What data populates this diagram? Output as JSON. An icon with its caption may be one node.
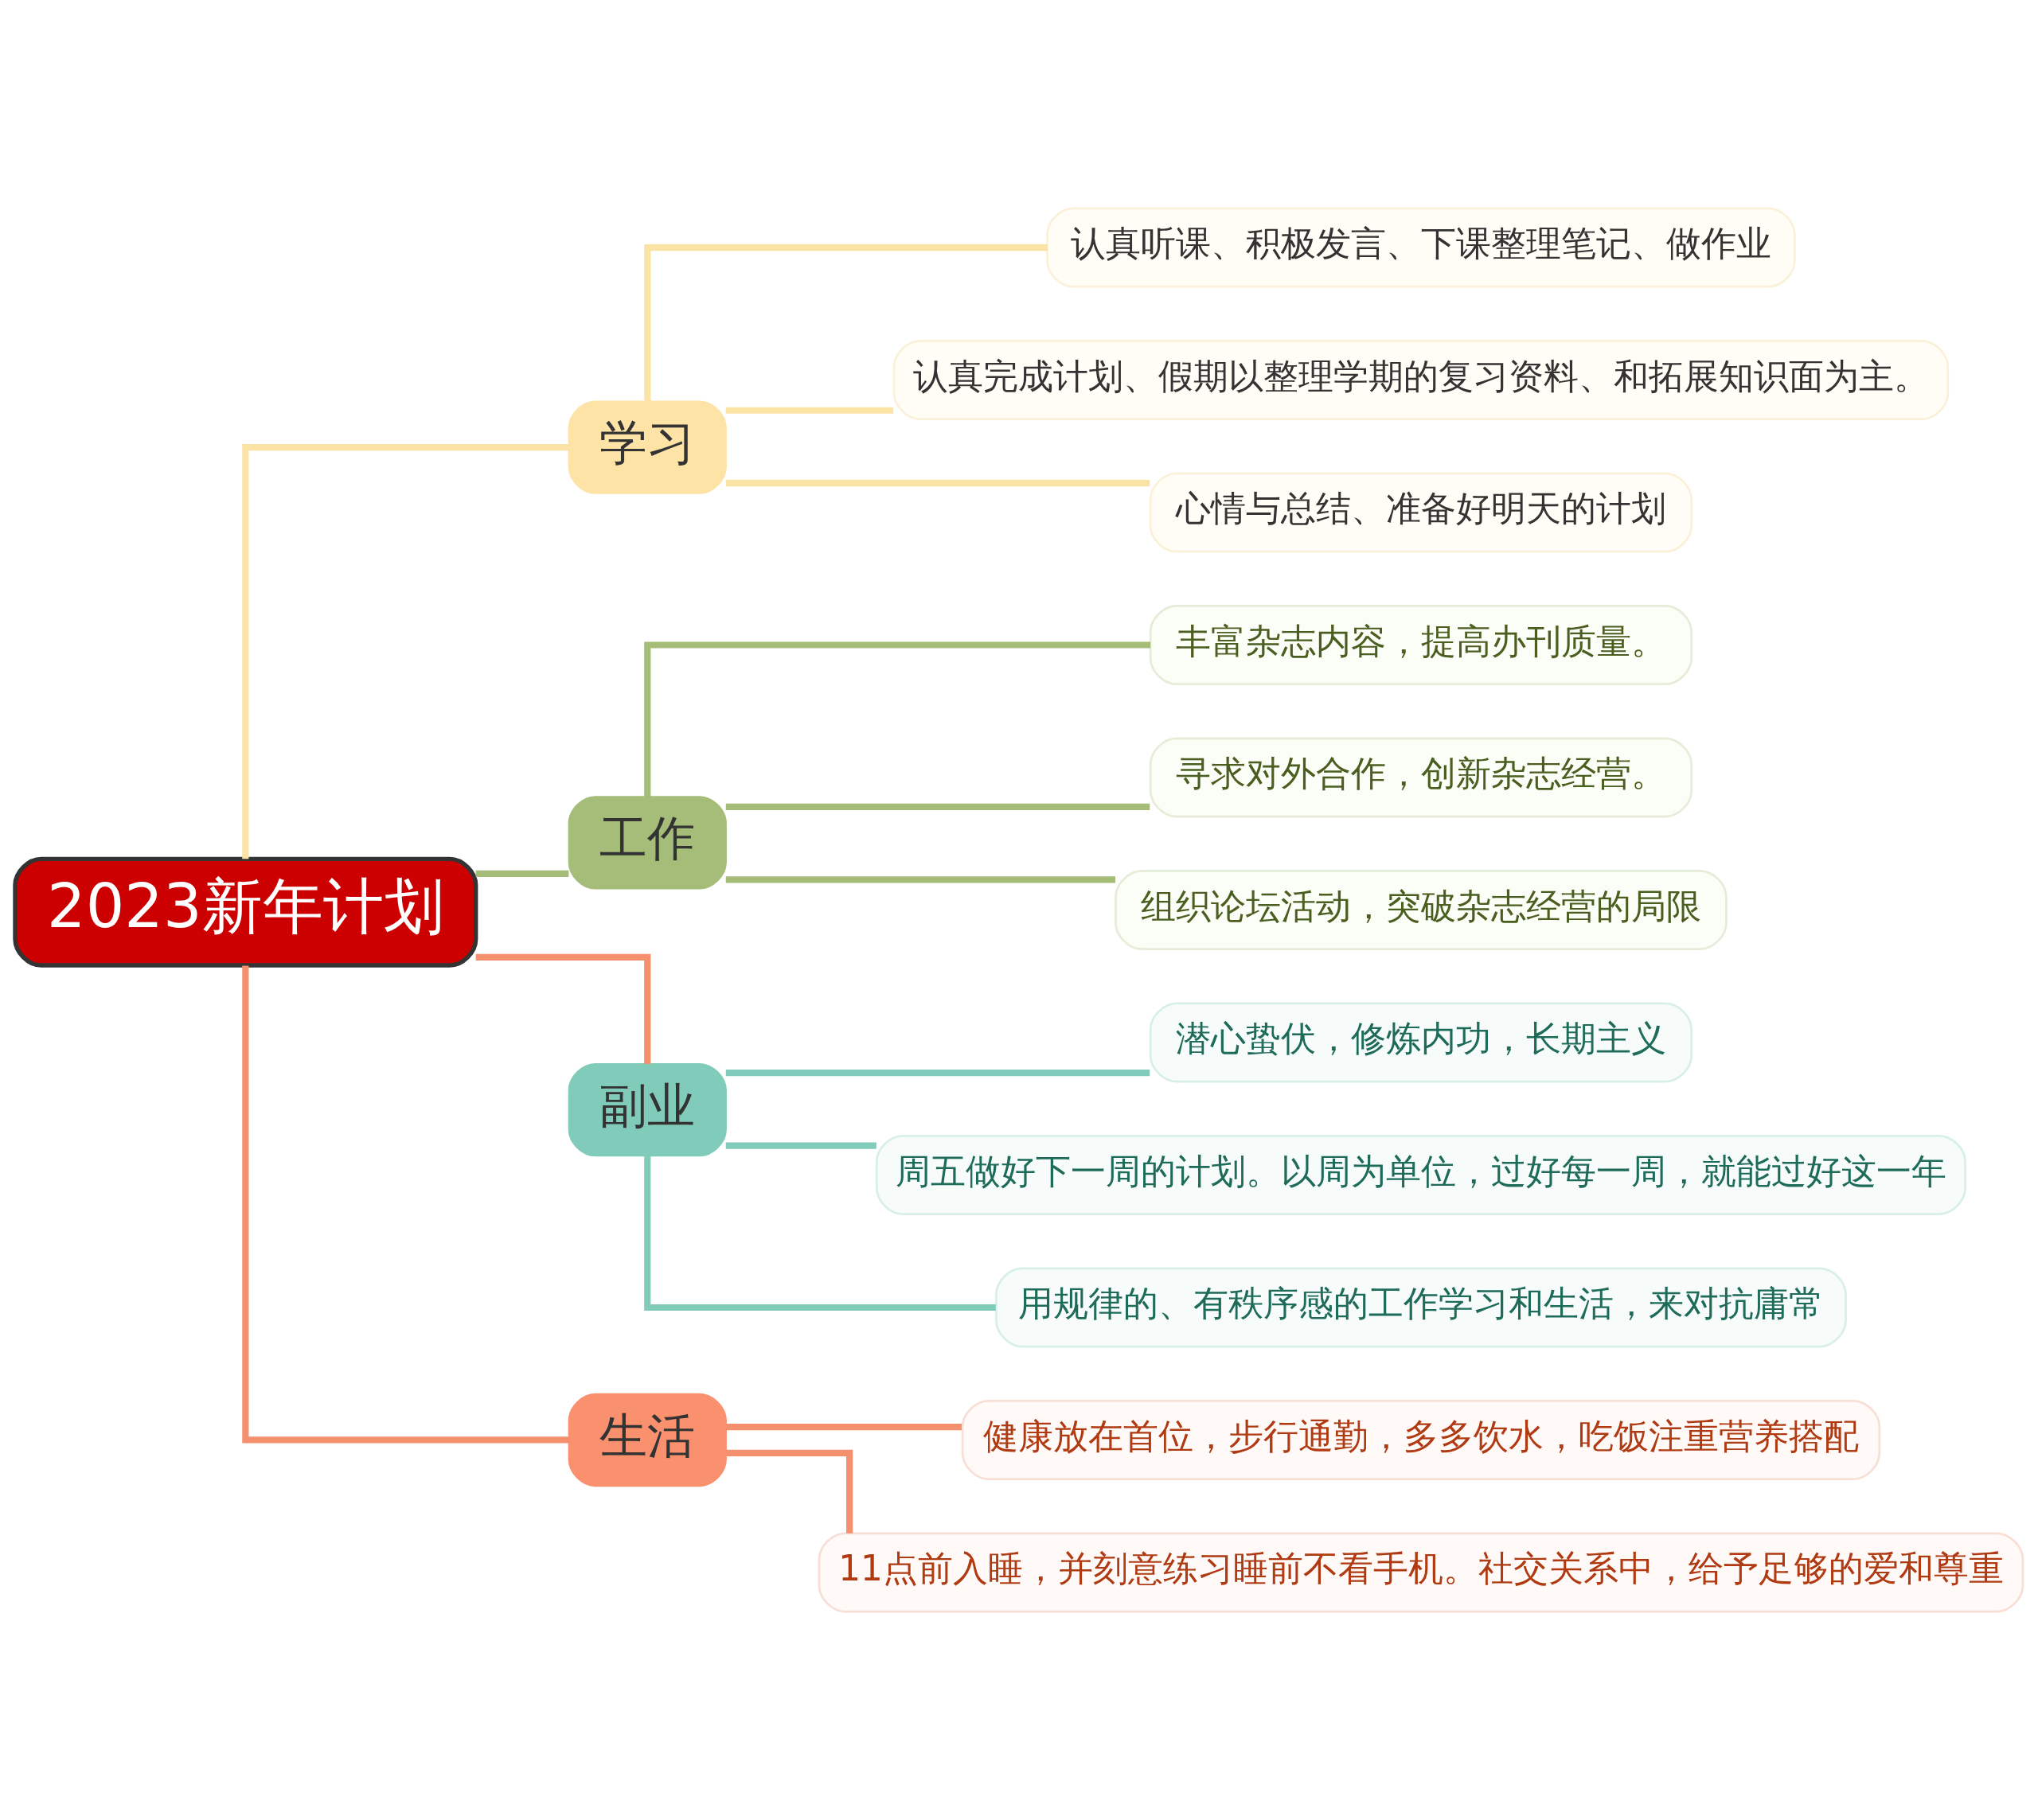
{
  "diagram": {
    "nodes": [
      {
        "text": [
          "2023新年计划"
        ]
      },
      {
        "text": [
          "学习"
        ]
      },
      {
        "text": [
          "认真听课、积极发言、下课整理笔记、做作业"
        ]
      },
      {
        "text": [
          "认真完成计划、假期以整理学期的复习资料、和拓展知识面为主。"
        ]
      },
      {
        "text": [
          "心情与总结、准备好明天的计划"
        ]
      },
      {
        "text": [
          "工作"
        ]
      },
      {
        "text": [
          "丰富杂志内容，提高办刊质量。"
        ]
      },
      {
        "text": [
          "寻求对外合作，创新杂志经营。"
        ]
      },
      {
        "text": [
          "组织论坛活动，突破杂志经营的局限"
        ]
      },
      {
        "text": [
          "副业"
        ]
      },
      {
        "text": [
          "潜心蛰伏，修炼内功，长期主义"
        ]
      },
      {
        "text": [
          "周五做好下一周的计划。以周为单位，过好每一周，就能过好这一年"
        ]
      },
      {
        "text": [
          "用规律的、有秩序感的工作学习和生活，来对抗庸常"
        ]
      },
      {
        "text": [
          "生活"
        ]
      },
      {
        "text": [
          "健康放在首位，步行通勤，多多饮水，吃饭注重营养搭配"
        ]
      },
      {
        "text": [
          "11点前入睡，并刻意练习睡前不看手机。社交关系中，给予足够的爱和尊重"
        ]
      }
    ],
    "edges": [
      {
        "from": 0,
        "to": 1,
        "arrow": "none",
        "color": "#fbe3a6"
      },
      {
        "from": 0,
        "to": 5,
        "arrow": "none",
        "color": "#a5bd78"
      },
      {
        "from": 0,
        "to": 9,
        "arrow": "none",
        "color": "#f4906e"
      },
      {
        "from": 0,
        "to": 13,
        "arrow": "none",
        "color": "#f4906e"
      },
      {
        "from": 1,
        "to": 2,
        "arrow": "none",
        "color": "#fbe3a6"
      },
      {
        "from": 1,
        "to": 3,
        "arrow": "none",
        "color": "#fbe3a6"
      },
      {
        "from": 1,
        "to": 4,
        "arrow": "none",
        "color": "#fbe3a6"
      },
      {
        "from": 5,
        "to": 6,
        "arrow": "none",
        "color": "#a5bd78"
      },
      {
        "from": 5,
        "to": 7,
        "arrow": "none",
        "color": "#a5bd78"
      },
      {
        "from": 5,
        "to": 8,
        "arrow": "none",
        "color": "#a5bd78"
      },
      {
        "from": 9,
        "to": 10,
        "arrow": "none",
        "color": "#80cbb9"
      },
      {
        "from": 9,
        "to": 11,
        "arrow": "none",
        "color": "#80cbb9"
      },
      {
        "from": 9,
        "to": 12,
        "arrow": "none",
        "color": "#80cbb9"
      },
      {
        "from": 13,
        "to": 14,
        "arrow": "none",
        "color": "#f4906e"
      },
      {
        "from": 13,
        "to": 15,
        "arrow": "none",
        "color": "#f4906e"
      }
    ]
  }
}
